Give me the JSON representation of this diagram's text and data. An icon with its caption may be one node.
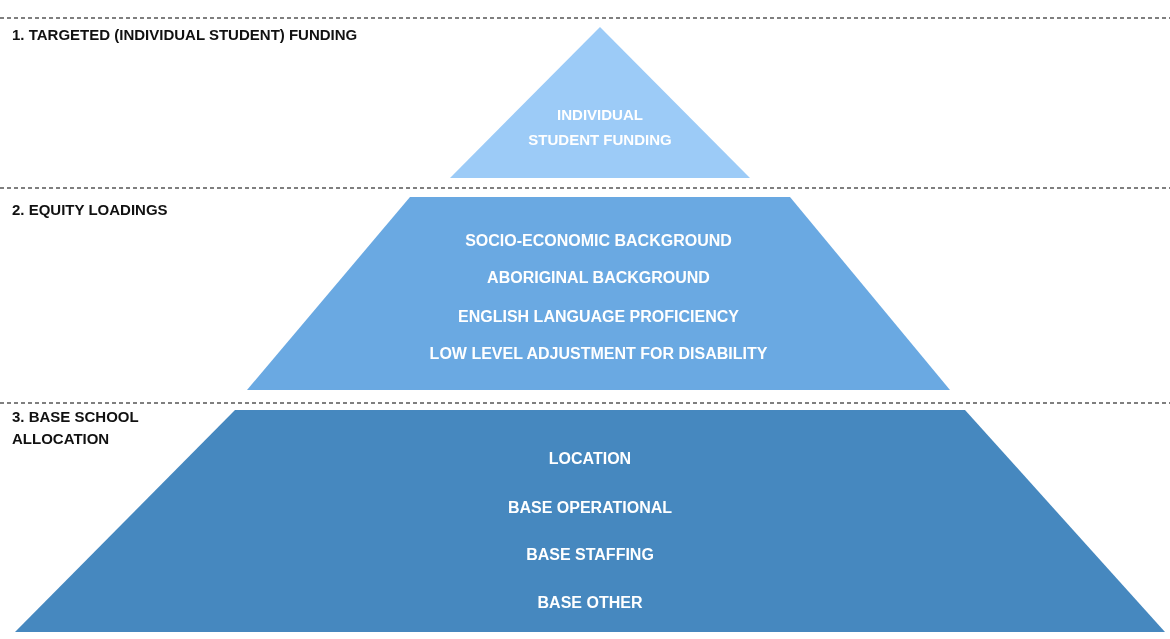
{
  "diagram": {
    "nodes": [
      {
        "text": [
          "INDIVIDUAL STUDENT FUNDING"
        ]
      },
      {
        "text": [
          "SOCIO-ECONOMIC BACKGROUND",
          "ABORIGINAL BACKGROUND",
          "ENGLISH LANGUAGE PROFICIENCY",
          "LOW LEVEL ADJUSTMENT FOR DISABILITY"
        ]
      },
      {
        "text": [
          "LOCATION",
          "BASE OPERATIONAL",
          "BASE STAFFING",
          "BASE OTHER"
        ]
      }
    ],
    "labels": [
      "1. TARGETED (INDIVIDUAL STUDENT) FUNDING",
      "2. EQUITY LOADINGS",
      "3. BASE SCHOOL ALLOCATION"
    ]
  }
}
